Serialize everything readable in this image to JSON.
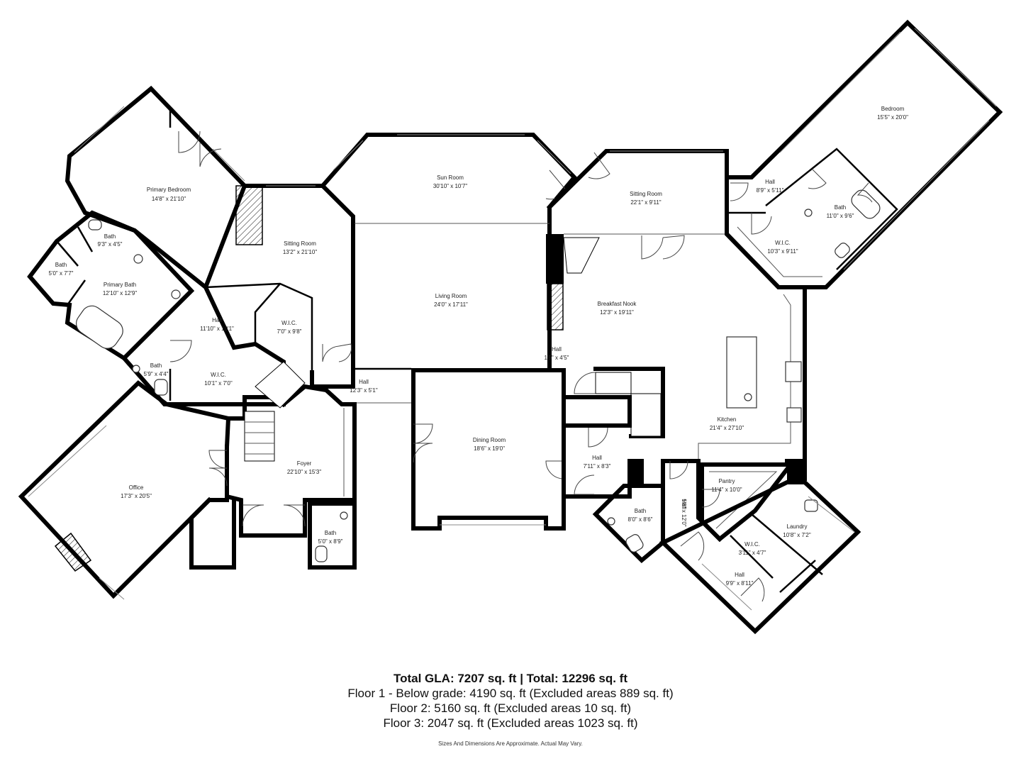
{
  "rooms": [
    {
      "id": "primary-bedroom",
      "name": "Primary Bedroom",
      "dim": "14'8\" x 21'10\""
    },
    {
      "id": "sitting-room-west",
      "name": "Sitting Room",
      "dim": "13'2\" x 21'10\""
    },
    {
      "id": "bath-primary-wc",
      "name": "Bath",
      "dim": "9'3\" x 4'5\""
    },
    {
      "id": "bath-west",
      "name": "Bath",
      "dim": "5'0\" x 7'7\""
    },
    {
      "id": "primary-bath",
      "name": "Primary Bath",
      "dim": "12'10\" x 12'9\""
    },
    {
      "id": "hall-west",
      "name": "Hall",
      "dim": "11'10\" x 10'1\""
    },
    {
      "id": "wic-west-upper",
      "name": "W.I.C.",
      "dim": "7'0\" x 9'8\""
    },
    {
      "id": "wic-west-lower",
      "name": "W.I.C.",
      "dim": "10'1\" x 7'0\""
    },
    {
      "id": "bath-small-west",
      "name": "Bath",
      "dim": "5'9\" x 4'4\""
    },
    {
      "id": "sun-room",
      "name": "Sun Room",
      "dim": "30'10\" x 10'7\""
    },
    {
      "id": "living-room",
      "name": "Living Room",
      "dim": "24'0\" x 17'11\""
    },
    {
      "id": "hall-center",
      "name": "Hall",
      "dim": "12'3\" x 5'1\""
    },
    {
      "id": "hall-tiny",
      "name": "Hall",
      "dim": "1'9\" x 4'5\""
    },
    {
      "id": "office",
      "name": "Office",
      "dim": "17'3\" x 20'5\""
    },
    {
      "id": "foyer",
      "name": "Foyer",
      "dim": "22'10\" x 15'3\""
    },
    {
      "id": "bath-foyer",
      "name": "Bath",
      "dim": "5'0\" x 8'9\""
    },
    {
      "id": "dining-room",
      "name": "Dining Room",
      "dim": "18'6\" x 19'0\""
    },
    {
      "id": "sitting-room-east",
      "name": "Sitting Room",
      "dim": "22'1\" x 9'11\""
    },
    {
      "id": "breakfast-nook",
      "name": "Breakfast Nook",
      "dim": "12'3\" x 19'11\""
    },
    {
      "id": "kitchen",
      "name": "Kitchen",
      "dim": "21'4\" x 27'10\""
    },
    {
      "id": "hall-kitchen",
      "name": "Hall",
      "dim": "7'11\" x 8'3\""
    },
    {
      "id": "bath-east",
      "name": "Bath",
      "dim": "8'0\" x 8'6\""
    },
    {
      "id": "hall-vertical",
      "name": "Hall",
      "dim": "5'8\" x 12'0\""
    },
    {
      "id": "pantry",
      "name": "Pantry",
      "dim": "11'4\" x 10'0\""
    },
    {
      "id": "laundry",
      "name": "Laundry",
      "dim": "10'8\" x 7'2\""
    },
    {
      "id": "wic-east-small",
      "name": "W.I.C.",
      "dim": "3'11\" x 4'7\""
    },
    {
      "id": "hall-southeast",
      "name": "Hall",
      "dim": "9'9\" x 8'11\""
    },
    {
      "id": "bedroom-ne",
      "name": "Bedroom",
      "dim": "15'5\" x 20'0\""
    },
    {
      "id": "hall-ne",
      "name": "Hall",
      "dim": "8'9\" x 5'11\""
    },
    {
      "id": "bath-ne",
      "name": "Bath",
      "dim": "11'0\" x 9'6\""
    },
    {
      "id": "wic-ne",
      "name": "W.I.C.",
      "dim": "10'3\" x 9'11\""
    }
  ],
  "summary": {
    "total": "Total GLA: 7207 sq. ft | Total: 12296 sq. ft",
    "floor1": "Floor 1 - Below grade: 4190 sq. ft (Excluded areas 889 sq. ft)",
    "floor2": "Floor 2: 5160 sq. ft (Excluded areas 10 sq. ft)",
    "floor3": "Floor 3: 2047 sq. ft (Excluded areas 1023 sq. ft)",
    "disclaimer": "Sizes And Dimensions Are Approximate. Actual May Vary."
  }
}
